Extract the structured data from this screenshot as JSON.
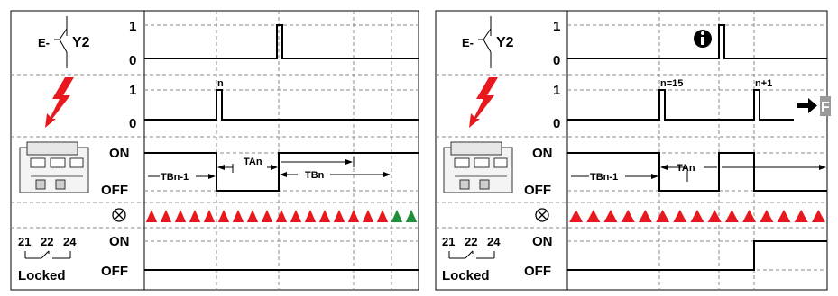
{
  "colors": {
    "signal": "#000000",
    "lightning": "#e8191e",
    "alarm_red": "#e8191e",
    "alarm_green": "#1f8f3a",
    "grid": "#8a8a8a"
  },
  "legend_labels": {
    "coil": "Y2",
    "coil_prefix": "E-",
    "high": "1",
    "low": "0",
    "on": "ON",
    "off": "OFF",
    "contact_numbers": [
      "21",
      "22",
      "24"
    ],
    "locked": "Locked"
  },
  "icons": {
    "lightning": "lightning-bolt-icon",
    "breaker": "circuit-breaker-icon",
    "alarm_lamp": "lamp-cross-icon",
    "info": "info-circle-icon",
    "arrow": "arrow-right-icon",
    "contact": "auxiliary-contact-icon"
  },
  "left_panel": {
    "surge_label": "n",
    "interval_labels": [
      "TBn-1",
      "TAn",
      "TBn"
    ],
    "alarm_triangles": {
      "red": 17,
      "green": 2
    }
  },
  "right_panel": {
    "surge_labels": [
      "n=15",
      "n+1"
    ],
    "interval_labels": [
      "TBn-1",
      "TAn"
    ],
    "alarm_triangles": {
      "red": 15,
      "green": 0
    },
    "cut_marker": "F"
  }
}
